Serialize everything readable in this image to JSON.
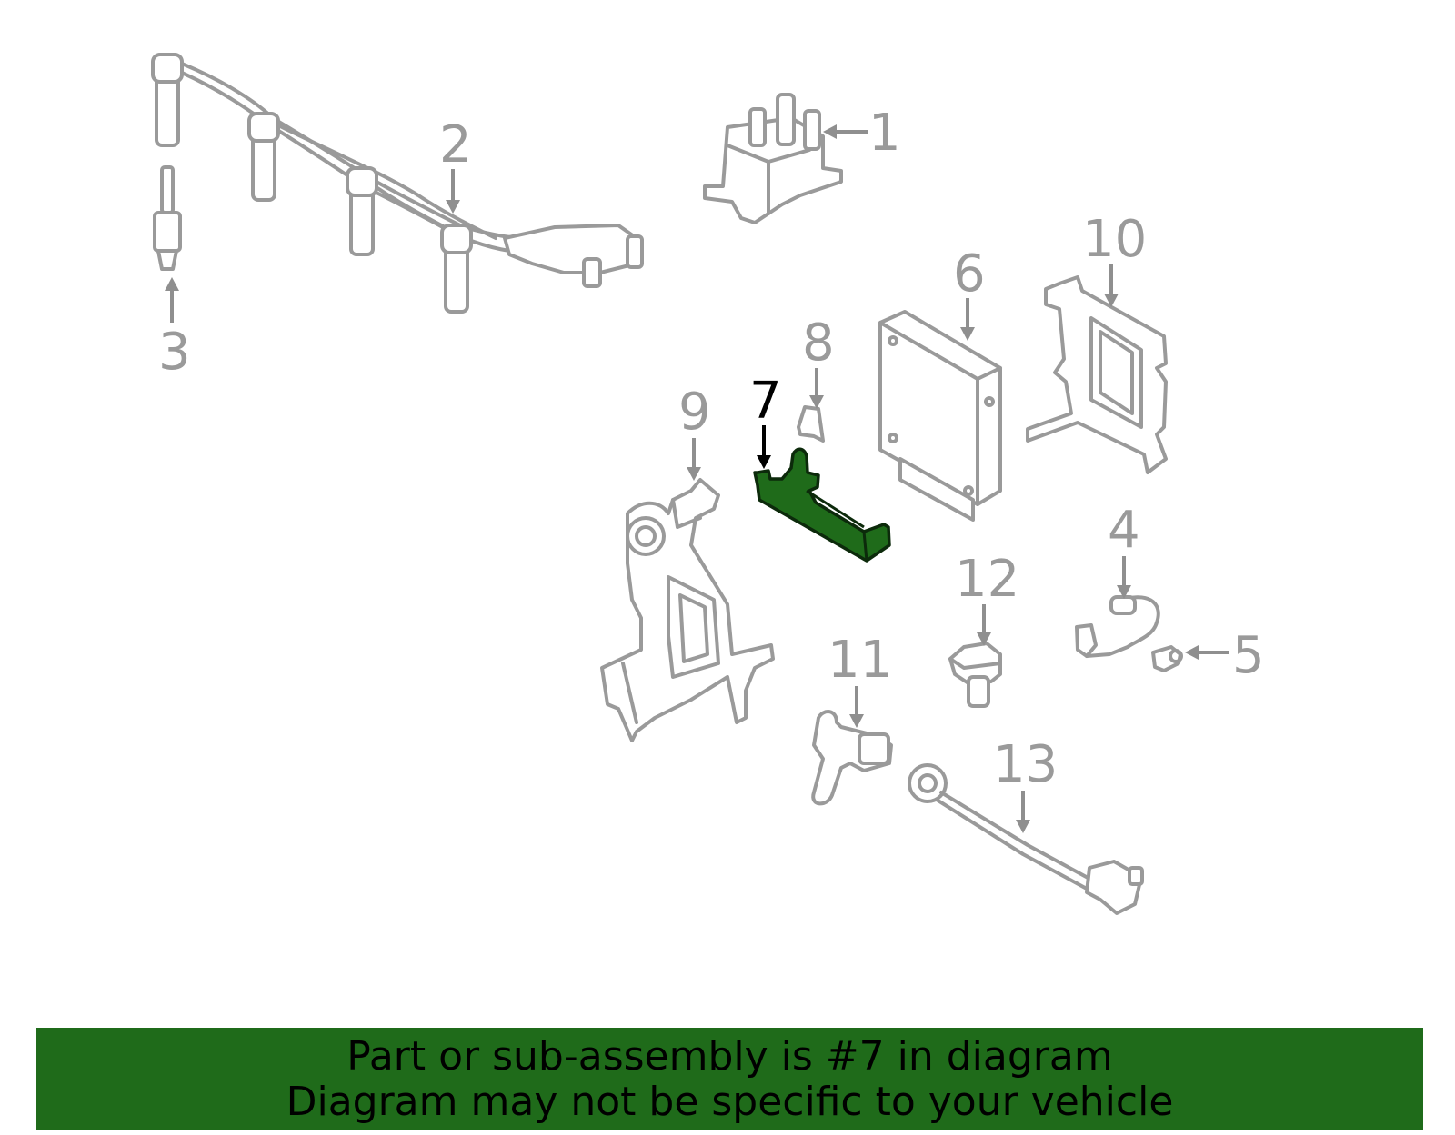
{
  "callouts": {
    "c1": "1",
    "c2": "2",
    "c3": "3",
    "c4": "4",
    "c5": "5",
    "c6": "6",
    "c7": "7",
    "c8": "8",
    "c9": "9",
    "c10": "10",
    "c11": "11",
    "c12": "12",
    "c13": "13"
  },
  "highlight": {
    "part_number": "7",
    "color": "#1f6b1a"
  },
  "banner": {
    "line1": "Part or sub-assembly is #7 in diagram",
    "line2": "Diagram may not be specific to your vehicle",
    "color": "#1f6b1a"
  }
}
